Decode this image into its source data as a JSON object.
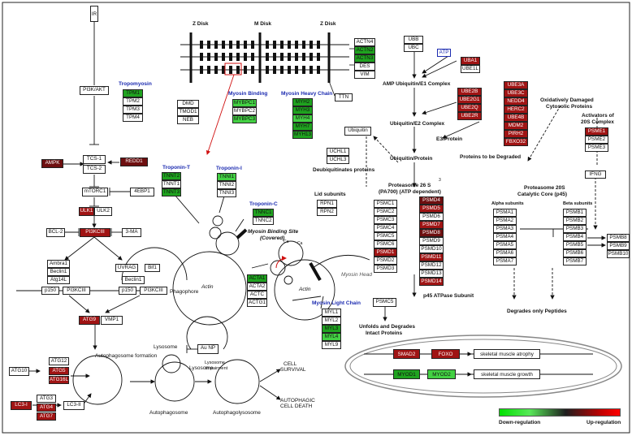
{
  "nodes": {
    "IR": "IR",
    "PI3K_AKT": "PI3K/AKT",
    "TCS1": "TCS-1",
    "TCS2": "TCS-2",
    "AMPK": "AMPK",
    "REDD1": "REDD1",
    "MTORC1": "mTORC1",
    "EBP1": "4EBP1",
    "ULK1": "ULK1",
    "ULK2": "ULK2",
    "BCL2": "BCL-2",
    "PI3KCIII_a": "PI3KCIII",
    "MA3": "3-MA",
    "AMBRA1": "Ambra1",
    "BECLIN1_a": "Beclin1",
    "ATG14L": "Atg14L",
    "P150_a": "p150",
    "PI3KCIII_b": "PI3KCIII",
    "UVRAG": "UVRAG",
    "BIF1": "Bif1",
    "BECLIN1_b": "Beclin1",
    "P150_b": "p150",
    "PI3KCIII_c": "PI3KCIII",
    "ATG9": "ATG9",
    "VMP1": "VMP1",
    "ATG12": "ATG12",
    "ATG10": "ATG10",
    "ATG5": "ATG5",
    "ATG16L": "ATG16L",
    "ATG3": "ATG3",
    "LC3I": "LC3-I",
    "ATG4": "ATG4",
    "LC3II": "LC3-II",
    "ATG7": "ATG7",
    "TPM1": "TPM1",
    "TPM2": "TPM2",
    "TPM3": "TPM3",
    "TPM4": "TPM4",
    "DMD": "DMD",
    "TMOD1": "TMOD1",
    "NEB": "NEB",
    "MYBPC1": "MYBPC1",
    "MYBPC2": "MYBPC2",
    "MYBPC3": "MYBPC3",
    "MYH2": "MYH2",
    "MYH3": "MYH3",
    "MYH4": "MYH4",
    "MYH7": "MYH7",
    "MYH13": "MYH13",
    "TNNT2": "TNNT2",
    "TNNT1": "TNNT1",
    "TNNT3": "TNNT3",
    "TNNI1": "TNNI1",
    "TNNI2": "TNNI2",
    "TNNI3": "TNNI3",
    "TNNC1": "TNNC1",
    "TNNC2": "TNNC2",
    "ACTN4": "ACTN4",
    "ACTN2": "ACTN2",
    "ACTN3": "ACTN3",
    "DES": "DES",
    "VIM": "VIM",
    "TTN": "TTN",
    "ACTA1": "ACTA1",
    "ACTA2": "ACTA2",
    "ACTC": "ACTC",
    "ACTG1": "ACTG1",
    "MYL1": "MYL1",
    "MYL2": "MYL2",
    "MYL3": "MYL3",
    "MYL4": "MYL4",
    "MYL9": "MYL9",
    "UBB": "UBB",
    "UBC": "UBC",
    "ATP": "ATP",
    "UBA1": "UBA1",
    "UBE1L": "UBE1L",
    "UBE2B": "UBE2B",
    "UBE2G1": "UBE2G1",
    "UBE2Q": "UBE2Q",
    "UBE2R": "UBE2R",
    "UBE3A": "UBE3A",
    "UBE3C": "UBE3C",
    "NEDD4": "NEDD4",
    "HERC2": "HERC2",
    "UBE4B": "UBE4B",
    "MDM2": "MDM2",
    "PIRH2": "PIRH2",
    "FBXO32": "FBXO32",
    "UBIQUITIN": "Ubiquitin",
    "UCHL1": "UCHL1",
    "UCHL3": "UCHL3",
    "RPN1": "RPN1",
    "RPN2": "RPN2",
    "PSMC1": "PSMC1",
    "PSMC2": "PSMC2",
    "PSMC3": "PSMC3",
    "PSMC4": "PSMC4",
    "PSMC5": "PSMC5",
    "PSMC6": "PSMC6",
    "PSMD1": "PSMD1",
    "PSMD2": "PSMD2",
    "PSMD3": "PSMD3",
    "PSMD4": "PSMD4",
    "PSMD5": "PSMD5",
    "PSMD6": "PSMD6",
    "PSMD7": "PSMD7",
    "PSMD8": "PSMD8",
    "PSMD9": "PSMD9",
    "PSMD10": "PSMD10",
    "PSMD11": "PSMD11",
    "PSMD12": "PSMD12",
    "PSMD13": "PSMD13",
    "PSMD14": "PSMD14",
    "PSMC5_b": "PSMC5",
    "PSME1": "PSME1",
    "PSME2": "PSME2",
    "PSME3": "PSME3",
    "IFNG": "IFNG",
    "PSMA1": "PSMA1",
    "PSMA2": "PSMA2",
    "PSMA3": "PSMA3",
    "PSMA4": "PSMA4",
    "PSMA5": "PSMA5",
    "PSMA6": "PSMA6",
    "PSMA7": "PSMA7",
    "PSMB1": "PSMB1",
    "PSMB2": "PSMB2",
    "PSMB3": "PSMB3",
    "PSMB4": "PSMB4",
    "PSMB5": "PSMB5",
    "PSMB6": "PSMB6",
    "PSMB7": "PSMB7",
    "PSMB8": "PSMB8",
    "PSMB9": "PSMB9",
    "PSMB10": "PSMB10",
    "SMAD2": "SMAD2",
    "FOXO": "FOXO",
    "MYOD1": "MYOD1",
    "MYOD2": "MYOD2",
    "AU_NP": "Au NP"
  },
  "labels": {
    "z_disk_left": "Z Disk",
    "m_disk": "M Disk",
    "z_disk_right": "Z Disk",
    "tropomyosin": "Tropomyosin",
    "myosin_binding": "Myosin Binding",
    "myosin_heavy_chain": "Myosin Heavy Chain",
    "troponin_t": "Troponin-T",
    "troponin_i": "Troponin-I",
    "troponin_c": "Troponin-C",
    "myosin_binding_site": "Myosin Binding Site",
    "covered": "(Covered)",
    "actin_1": "Actin",
    "actin_2": "Actin",
    "myosin_head": "Myosin Head",
    "ca_1": "Ca",
    "ca_2": "Ca",
    "myosin_light_chain": "Myosin Light Chain",
    "amp_e1": "AMP Ubiquitin/E1 Complex",
    "ubiq_e2": "Ubiquitin/E2 Complex",
    "e3_protein": "E3/Protein",
    "ubiq_protein": "Ubiquitin/Protein",
    "proteins_degraded": "Proteins to be Degraded",
    "oxidatively_1": "Oxidatively Damaged",
    "oxidatively_2": "Cytosolic Proteins",
    "activators_1": "Activators of",
    "activators_2": "20S Complex",
    "deubiquitinates": "Deubiquitinates proteins",
    "lid_subunits": "Lid subunits",
    "proteasome26s_1": "Proteasome 26 S",
    "proteasome26s_2": "(PA700) (ATP dependent)",
    "proteasome20s_1": "Proteasome 20S",
    "proteasome20s_2": "Catalytic Core (p45)",
    "alpha_subunits": "Alpha subunits",
    "beta_subunits": "Beta subunits",
    "p45_atpase": "p45 ATPase Subunit",
    "unfolds_1": "Unfolds and Degrades",
    "unfolds_2": "Intact Proteins",
    "degrades_peptides": "Degrades only Peptides",
    "phagophore": "Phagophore",
    "autophagosome_formation": "Autophagosome formation",
    "lysosome_1": "Lysosome",
    "lysosome_2": "Lysosome",
    "lysosome_impairment_1": "Lysosome",
    "lysosome_impairment_2": "impairment",
    "autophagosome": "Autophagosome",
    "autophagolysosome": "Autophagolysosome",
    "cell_survival_1": "CELL",
    "cell_survival_2": "SURVIVAL",
    "autophagic_death_1": "AUTOPHAGIC",
    "autophagic_death_2": "CELL DEATH",
    "skeletal_atrophy": "skeletal muscle atrophy",
    "skeletal_growth": "skeletal muscle growth",
    "down_regulation": "Down-regulation",
    "up_regulation": "Up-regulation",
    "small_mark": "3"
  }
}
